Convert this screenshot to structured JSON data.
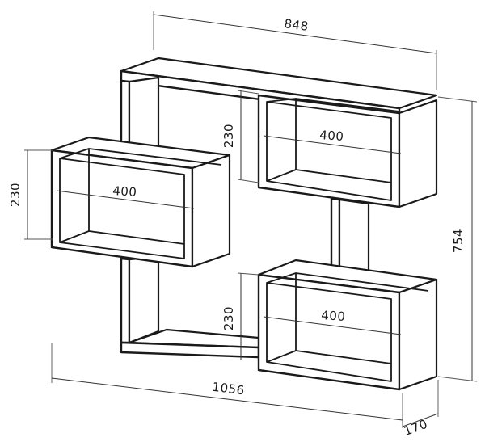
{
  "dimensions": {
    "total_width": "1056",
    "top_width": "848",
    "total_height": "754",
    "depth": "170",
    "box_height_left": "230",
    "box_height_top_right": "230",
    "box_height_bottom_mid": "230",
    "box_width_left": "400",
    "box_width_top_right": "400",
    "box_width_bottom_right": "400"
  }
}
